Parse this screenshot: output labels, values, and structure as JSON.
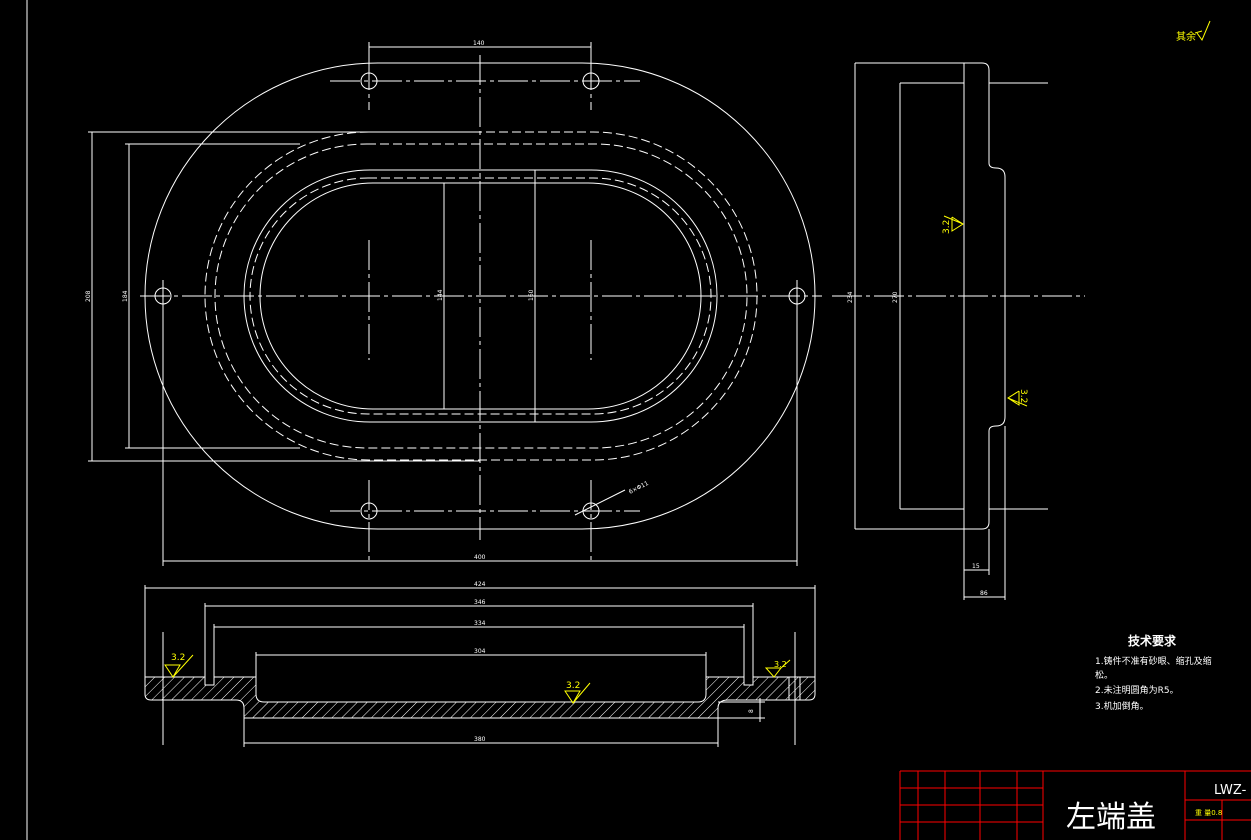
{
  "colors": {
    "background": "#000000",
    "line": "#ffffff",
    "roughness": "#ffff00",
    "titleblock": "#ff0000"
  },
  "roughness_remaining": "其余",
  "roughness_values": [
    "3.2",
    "3.2",
    "3.2",
    "3.2",
    "3.2"
  ],
  "dims": {
    "top_view": {
      "hole_spacing": "140",
      "overall_width": "400",
      "overall_height": "208",
      "height_184": "184",
      "inner_144": "144",
      "inner_160": "160",
      "hole_spec": "6×Φ11"
    },
    "side_view": {
      "height_234": "234",
      "height_270": "270",
      "thickness_15": "15",
      "thickness_86": "86"
    },
    "section": {
      "overall_424": "424",
      "width_346": "346",
      "width_334": "334",
      "width_304": "304",
      "bottom_380": "380",
      "depth_8": "8"
    }
  },
  "tech_req": {
    "title": "技术要求",
    "lines": [
      "1.铸件不准有砂眼、缩孔及缩",
      "松。",
      "2.未注明圆角为R5。",
      "3.机加倒角。"
    ]
  },
  "title_block": {
    "part_name": "左端盖",
    "drawing_no": "LWZ-",
    "small_text": "重 量0.8"
  }
}
